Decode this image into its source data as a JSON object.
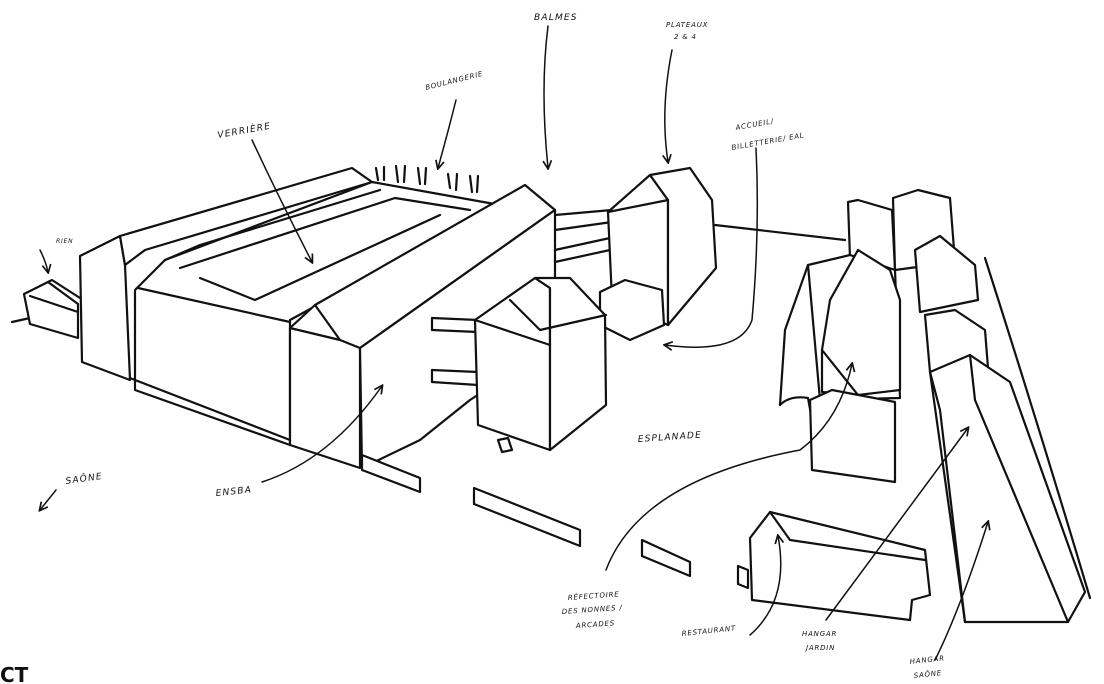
{
  "labels": {
    "balmes": "BALMES",
    "plateaux_line1": "PLATEAUX",
    "plateaux_line2": "2 & 4",
    "boulangerie": "BOULANGERIE",
    "verriere": "VERRIÈRE",
    "accueil_line1": "ACCUEIL/",
    "accueil_line2": "BILLETTERIE/ EAL",
    "rien": "RIEN",
    "saone": "SAÔNE",
    "ensba": "ENSBA",
    "esplanade": "ESPLANADE",
    "refectoire_line1": "RÉFECTOIRE",
    "refectoire_line2": "DES NONNES /",
    "refectoire_line3": "ARCADES",
    "restaurant": "RESTAURANT",
    "hangar_jardin_line1": "HANGAR",
    "hangar_jardin_line2": "JARDIN",
    "hangar_saone_line1": "HANGAR",
    "hangar_saone_line2": "SAÔNE"
  },
  "corner_text": "CT"
}
